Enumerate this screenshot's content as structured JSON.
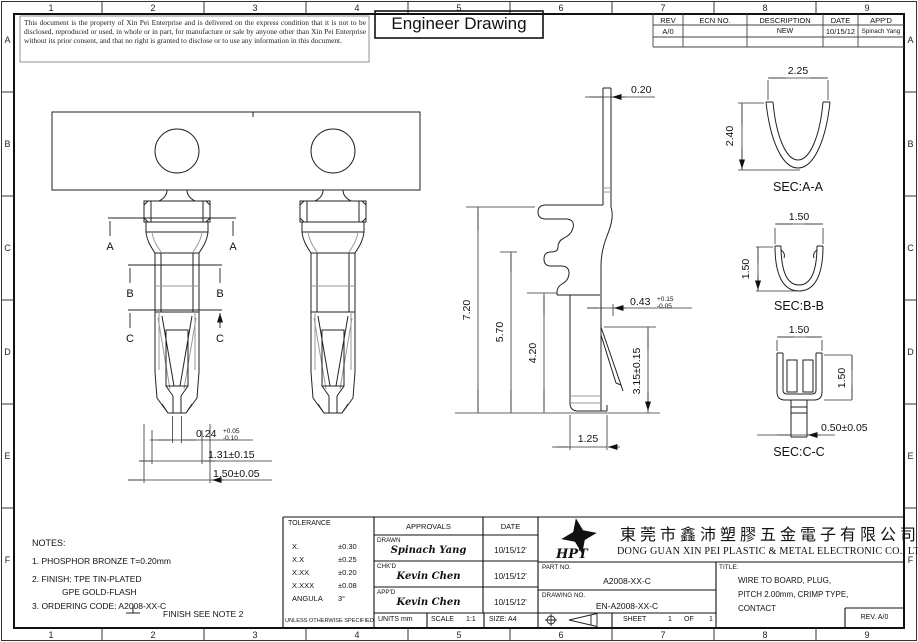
{
  "page_title": "Engineer Drawing",
  "disclaimer": "This document is the property of Xin Pei Enterprise and is delivered on the express condition that it is not to be disclosed, reproduced or used, in whole or in part, for manufacture or sale by anyone other than Xin Pei Enterprise without its prior consent, and that no right is granted to disclose or to use any information in this document.",
  "border": {
    "cols": [
      "1",
      "2",
      "3",
      "4",
      "5",
      "6",
      "7",
      "8",
      "9"
    ],
    "rows": [
      "A",
      "B",
      "C",
      "D",
      "E",
      "F"
    ]
  },
  "revision_table": {
    "headers": {
      "rev": "REV",
      "ecn": "ECN  NO.",
      "description": "DESCRIPTION",
      "date": "DATE",
      "appd": "APP'D"
    },
    "row": {
      "rev": "A/0",
      "ecn": "",
      "description": "NEW",
      "date": "10/15/12",
      "appd": "Spinach Yang"
    }
  },
  "drawing": {
    "front": {
      "sec_a": "A",
      "sec_b": "B",
      "sec_c": "C",
      "dim1_main": "0.24",
      "dim1_up": "+0.05",
      "dim1_dn": "-0.10",
      "dim2": "1.31±0.15",
      "dim3": "1.50±0.05"
    },
    "side": {
      "dim_strip": "0.20",
      "dim_total": "7.20",
      "dim_mid": "5.70",
      "dim_low": "4.20",
      "dim_lance_main": "0.43",
      "dim_lance_up": "+0.15",
      "dim_lance_dn": "-0.05",
      "dim_lance_h": "3.15±0.15",
      "dim_bottom": "1.25"
    },
    "sec_a": {
      "label": "SEC:A-A",
      "width": "2.25",
      "height": "2.40"
    },
    "sec_b": {
      "label": "SEC:B-B",
      "width": "1.50",
      "height": "1.50"
    },
    "sec_c": {
      "label": "SEC:C-C",
      "width": "1.50",
      "height": "1.50",
      "stem": "0.50±0.05"
    }
  },
  "notes": {
    "title": "NOTES:",
    "item1": "1. PHOSPHOR BRONZE T=0.20mm",
    "item2": "2. FINISH: TPE TIN-PLATED",
    "item2b": "GPE GOLD-FLASH",
    "item3": "3. ORDERING CODE: A2008-XX-C",
    "callout": "FINISH SEE NOTE 2"
  },
  "tolerance": {
    "title": "TOLERANCE",
    "rows": [
      {
        "label": "X.",
        "value": "±0.30"
      },
      {
        "label": "X.X",
        "value": "±0.25"
      },
      {
        "label": "X.XX",
        "value": "±0.20"
      },
      {
        "label": "X.XXX",
        "value": "±0.08"
      },
      {
        "label": "ANGULA",
        "value": "3°"
      }
    ],
    "footer": "UNLESS OTHERWISE SPECIFIED"
  },
  "approvals": {
    "title": "APPROVALS",
    "date_header": "DATE",
    "rows": [
      {
        "role": "DRAWN",
        "name": "Spinach Yang",
        "date": "10/15/12'"
      },
      {
        "role": "CHK'D",
        "name": "Kevin Chen",
        "date": "10/15/12'"
      },
      {
        "role": "APP'D",
        "name": "Kevin Chen",
        "date": "10/15/12'"
      }
    ],
    "units_label": "UNITS  mm",
    "scale_label": "SCALE",
    "scale_value": "1:1",
    "size_label": "SIZE: A4"
  },
  "company": {
    "logo": "HPT",
    "name_cn": "東莞市鑫沛塑膠五金電子有限公司",
    "name_en": "DONG GUAN XIN PEI PLASTIC & METAL ELECTRONIC CO., LTD."
  },
  "title_block": {
    "part_no_label": "PART NO.",
    "part_no": "A2008-XX-C",
    "drawing_no_label": "DRAWING NO.",
    "drawing_no": "EN-A2008-XX-C",
    "title_label": "TITLE:",
    "title_line1": "WIRE TO BOARD, PLUG,",
    "title_line2": "PITCH 2.00mm, CRIMP TYPE,",
    "title_line3": "CONTACT",
    "sheet_label": "SHEET",
    "sheet_num": "1",
    "sheet_of": "OF",
    "sheet_total": "1",
    "rev_label": "REV. A/0"
  }
}
